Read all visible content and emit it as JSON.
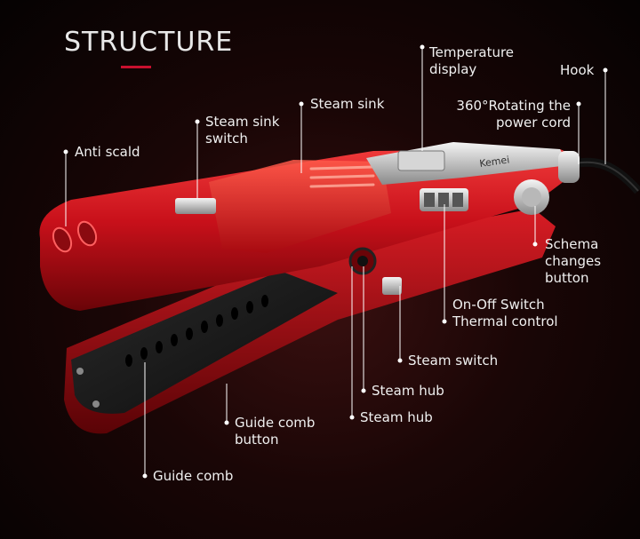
{
  "title": "STRUCTURE",
  "brand_mark": "Kemei",
  "colors": {
    "accent": "#c8102e",
    "body": "#c4121c",
    "plate": "#151515"
  },
  "labels": {
    "temperature_display": [
      "Temperature",
      "display"
    ],
    "hook": "Hook",
    "rotating_cord": [
      "360°Rotating the",
      "power cord"
    ],
    "steam_sink": "Steam sink",
    "steam_sink_switch": [
      "Steam sink",
      "switch"
    ],
    "anti_scald": "Anti scald",
    "schema_button": [
      "Schema",
      "changes",
      "button"
    ],
    "onoff_switch": [
      "On-Off Switch",
      "Thermal control"
    ],
    "steam_switch": "Steam switch",
    "steam_hub_1": "Steam hub",
    "steam_hub_2": "Steam hub",
    "guide_comb_button": [
      "Guide comb",
      "button"
    ],
    "guide_comb": "Guide comb"
  }
}
